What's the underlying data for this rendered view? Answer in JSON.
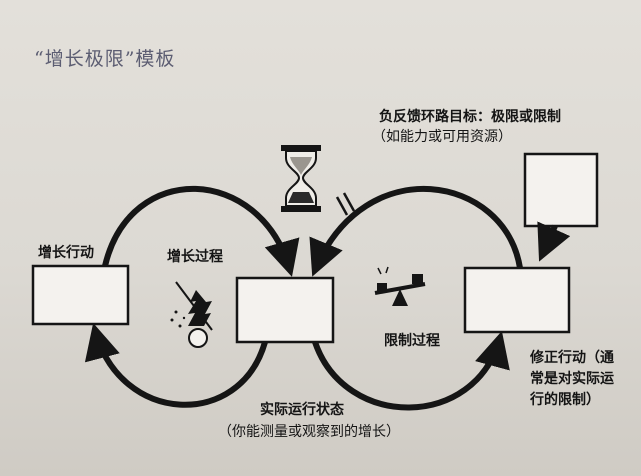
{
  "title": "“增长极限”模板",
  "labels": {
    "growth_action": "增长行动",
    "growth_process": "增长过程",
    "limiting_process": "限制过程",
    "balancing_goal": "负反馈环路目标：极限或限制",
    "balancing_goal_note": "（如能力或可用资源）",
    "current_state": "实际运行状态",
    "current_state_note": "（你能测量或观察到的增长）",
    "corrective_line1": "修正行动（通",
    "corrective_line2": "常是对实际运",
    "corrective_line3": "行的限制）"
  },
  "colors": {
    "ink": "#151515",
    "title": "#5c5d72",
    "paper": "#e3e0da"
  },
  "icons": [
    "hourglass-icon",
    "rolling-snowball-icon",
    "seesaw-icon"
  ]
}
